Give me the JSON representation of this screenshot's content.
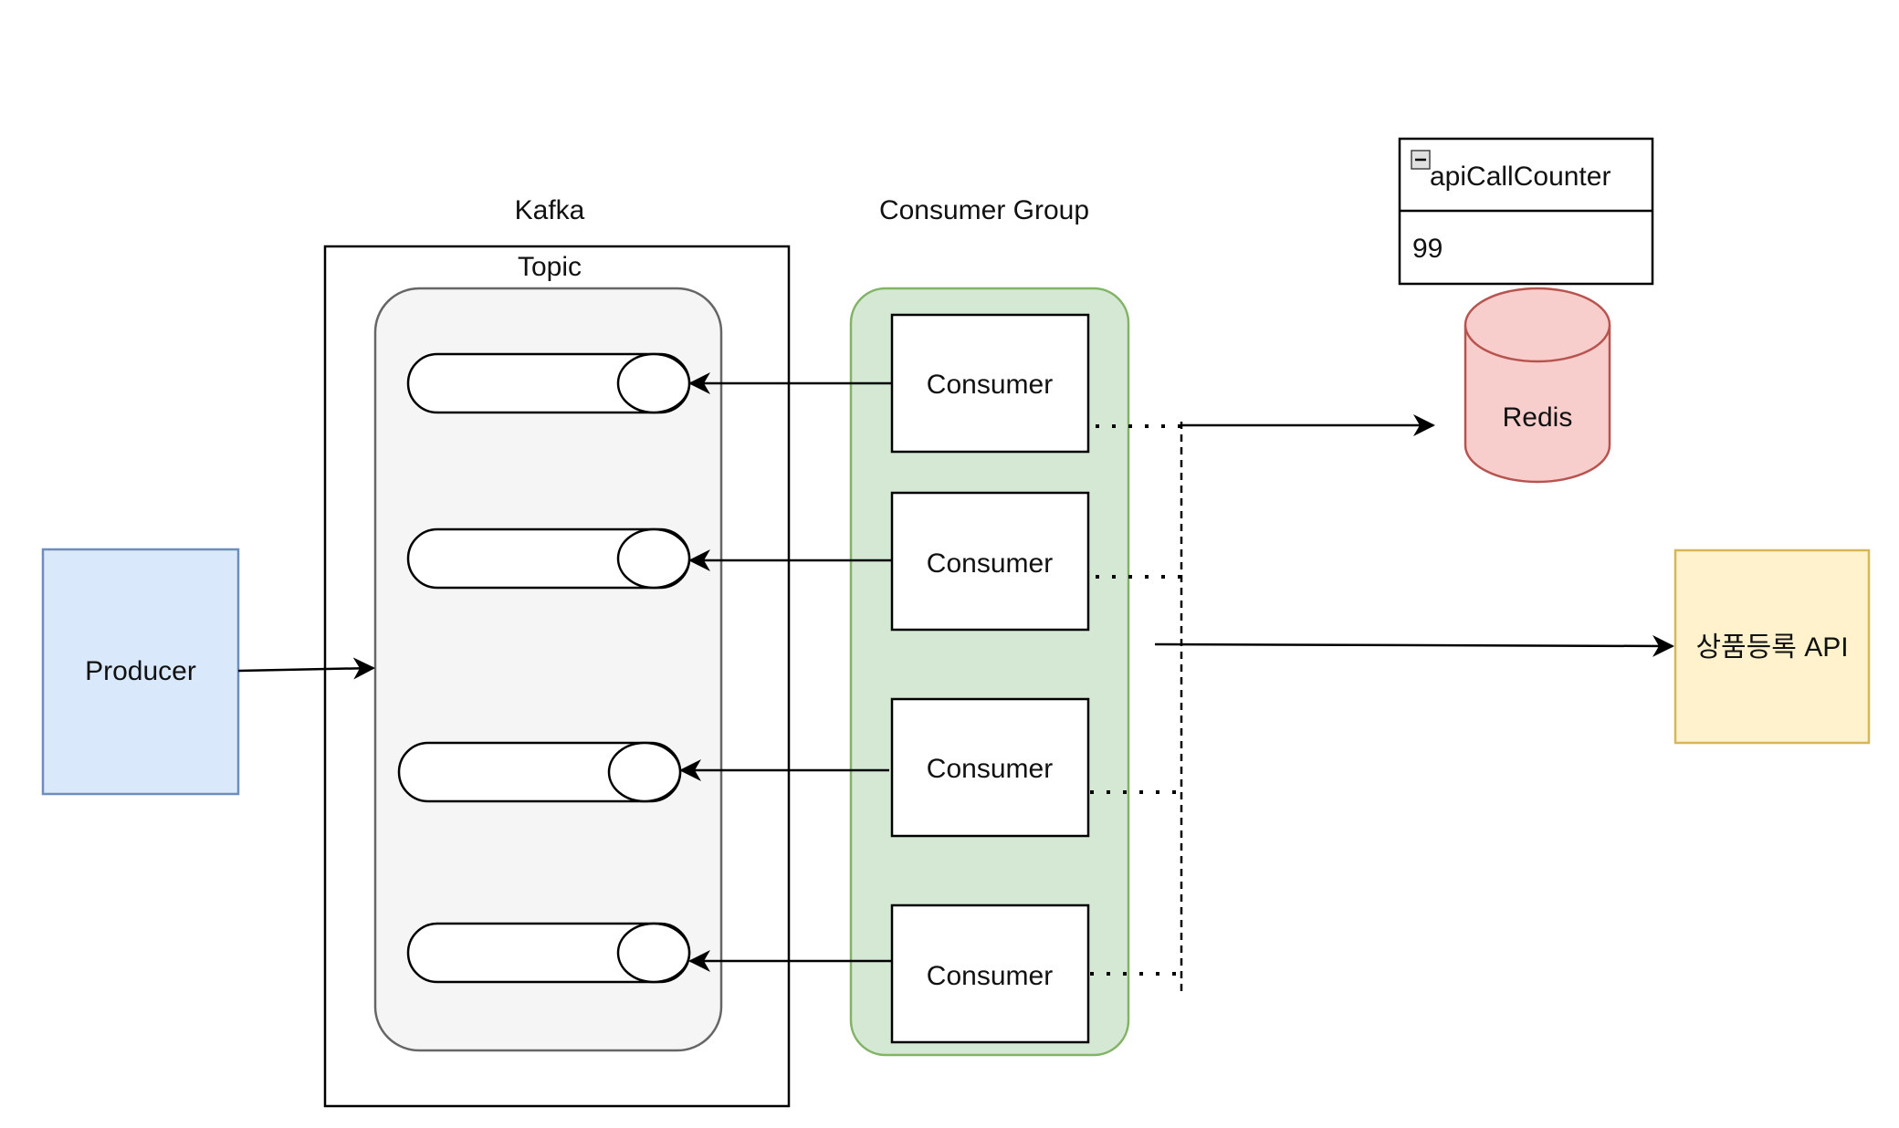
{
  "diagram": {
    "kafka_label": "Kafka",
    "topic_label": "Topic",
    "consumer_group_label": "Consumer Group",
    "producer_label": "Producer",
    "consumers": [
      {
        "label": "Consumer"
      },
      {
        "label": "Consumer"
      },
      {
        "label": "Consumer"
      },
      {
        "label": "Consumer"
      }
    ],
    "redis_label": "Redis",
    "counter": {
      "name": "apiCallCounter",
      "value": "99",
      "collapse_icon": "minus-square-icon"
    },
    "api_label": "상품등록 API"
  },
  "colors": {
    "producer_fill": "#dae8fc",
    "producer_stroke": "#6c8ebf",
    "topic_fill": "#f5f5f5",
    "topic_stroke": "#666666",
    "group_fill": "#d5e8d4",
    "group_stroke": "#82b366",
    "redis_fill": "#f8cecc",
    "redis_stroke": "#b85450",
    "api_fill": "#fff2cc",
    "api_stroke": "#d6b656"
  }
}
